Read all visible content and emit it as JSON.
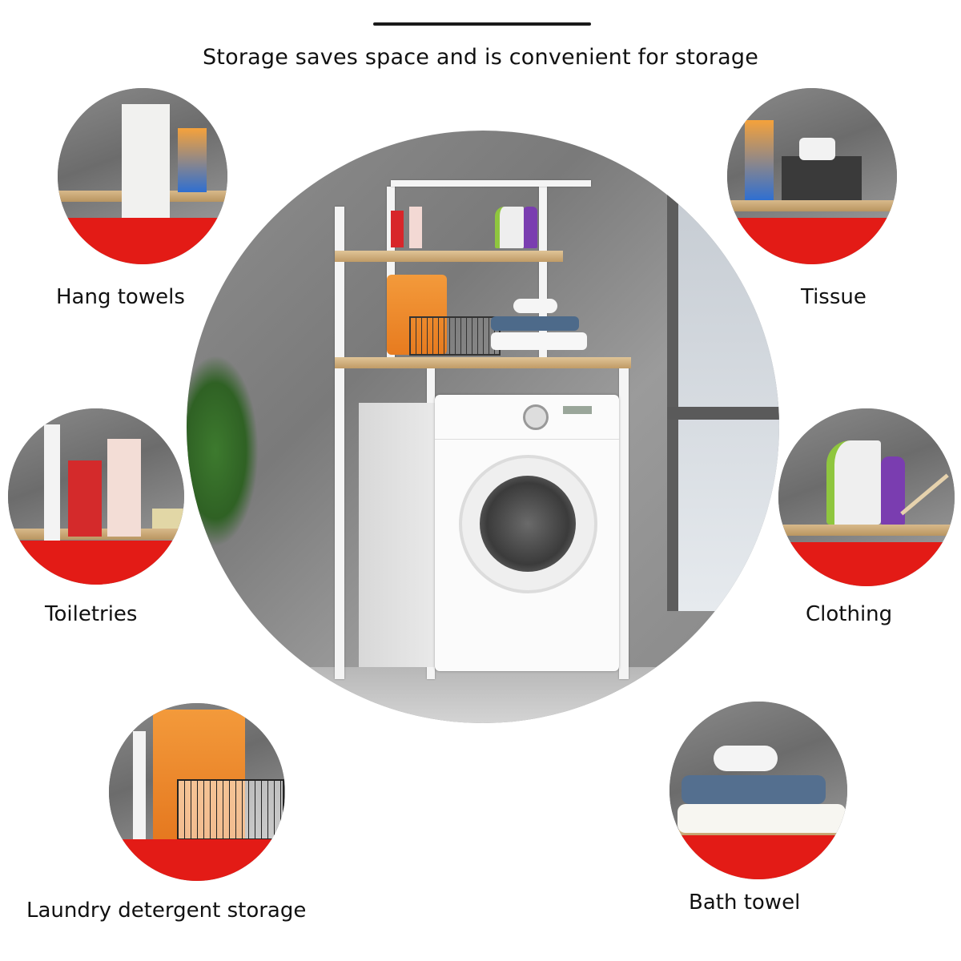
{
  "header": {
    "title": "Storage saves space and is convenient for storage"
  },
  "hero": {
    "subject": "over-washing-machine storage rack"
  },
  "features": [
    {
      "label": "Hang towels",
      "position": "top-left",
      "icon": "towel-icon"
    },
    {
      "label": "Tissue",
      "position": "top-right",
      "icon": "tissue-box-icon"
    },
    {
      "label": "Toiletries",
      "position": "middle-left",
      "icon": "toiletries-icon"
    },
    {
      "label": "Clothing",
      "position": "middle-right",
      "icon": "clothes-hanger-icon"
    },
    {
      "label": "Laundry detergent storage",
      "position": "bottom-left",
      "icon": "detergent-icon"
    },
    {
      "label": "Bath towel",
      "position": "bottom-right",
      "icon": "folded-towels-icon"
    }
  ],
  "colors": {
    "accent_red": "#e31b16",
    "text": "#111111",
    "wood": "#c9a36e",
    "rack_white": "#f4f4f4"
  }
}
